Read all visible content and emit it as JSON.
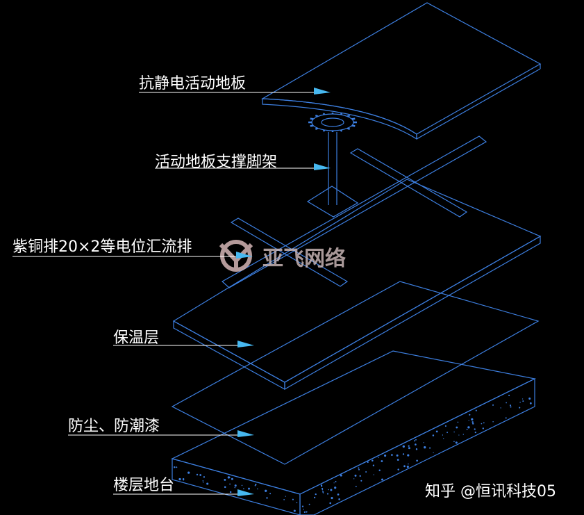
{
  "labels": {
    "floor_panel": "抗静电活动地板",
    "support": "活动地板支撑脚架",
    "copper_bar": "紫铜排20×2等电位汇流排",
    "insulation": "保温层",
    "dust_coat": "防尘、防潮漆",
    "slab": "楼层地台"
  },
  "watermark": {
    "text": "亚飞网络"
  },
  "credit": {
    "text": "知乎 @恒讯科技05"
  },
  "colors": {
    "background": "#000000",
    "line": "#3d7fe0",
    "arrow": "#47b8f0",
    "leader": "#ffffff",
    "label": "#ffffff"
  }
}
